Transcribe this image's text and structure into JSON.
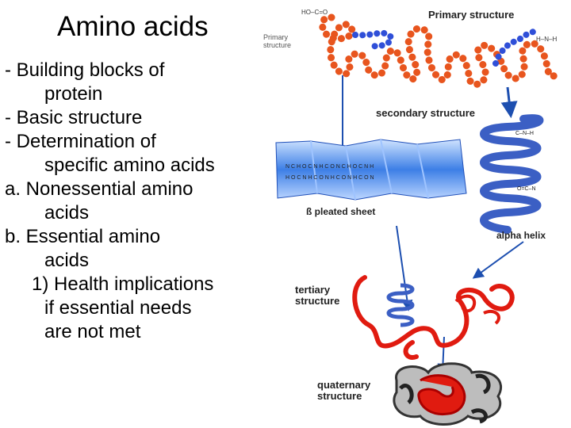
{
  "slide": {
    "title": "Amino acids",
    "bullets": [
      "- Building blocks of",
      "protein",
      "- Basic structure",
      "- Determination of",
      "specific amino acids",
      "a.  Nonessential amino",
      "acids",
      "b.  Essential amino",
      "acids",
      "1)  Health implications",
      "if essential needs",
      "are not met"
    ]
  },
  "figure": {
    "primary_title": "Primary structure",
    "primary_side_label": "Primary\nstructure",
    "secondary_title": "secondary structure",
    "beta_label": "ß pleated sheet",
    "alpha_label": "alpha helix",
    "tertiary_label": "tertiary\nstructure",
    "quaternary_label": "quaternary\nstructure",
    "colors": {
      "chain_orange": "#e8551e",
      "bead_blue": "#2f4fd8",
      "sheet_blue": "#3d7fe6",
      "helix_blue": "#3b5fc4",
      "protein_red": "#e01b10",
      "arrow": "#1d4fb0"
    }
  }
}
